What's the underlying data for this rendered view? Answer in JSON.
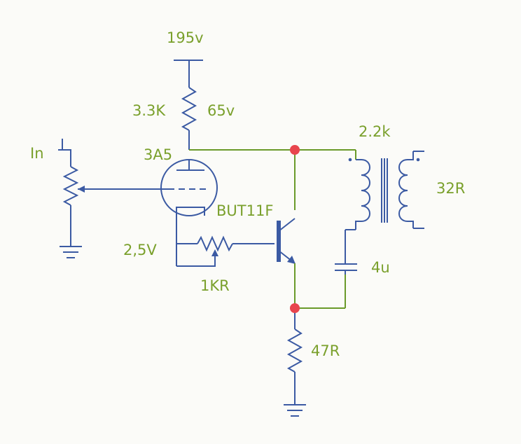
{
  "colors": {
    "wire_blue": "#3b5aa3",
    "wire_green": "#6a9a2a",
    "label_green": "#7aa02c",
    "junction_red": "#e8454d"
  },
  "labels": {
    "supply": "195v",
    "plate_resistor": "3.3K",
    "plate_voltage": "65v",
    "input": "In",
    "tube": "3A5",
    "transistor": "BUT11F",
    "filament_voltage": "2,5V",
    "base_pot": "1KR",
    "primary_impedance": "2.2k",
    "secondary_impedance": "32R",
    "capacitor": "4u",
    "emitter_resistor": "47R"
  }
}
